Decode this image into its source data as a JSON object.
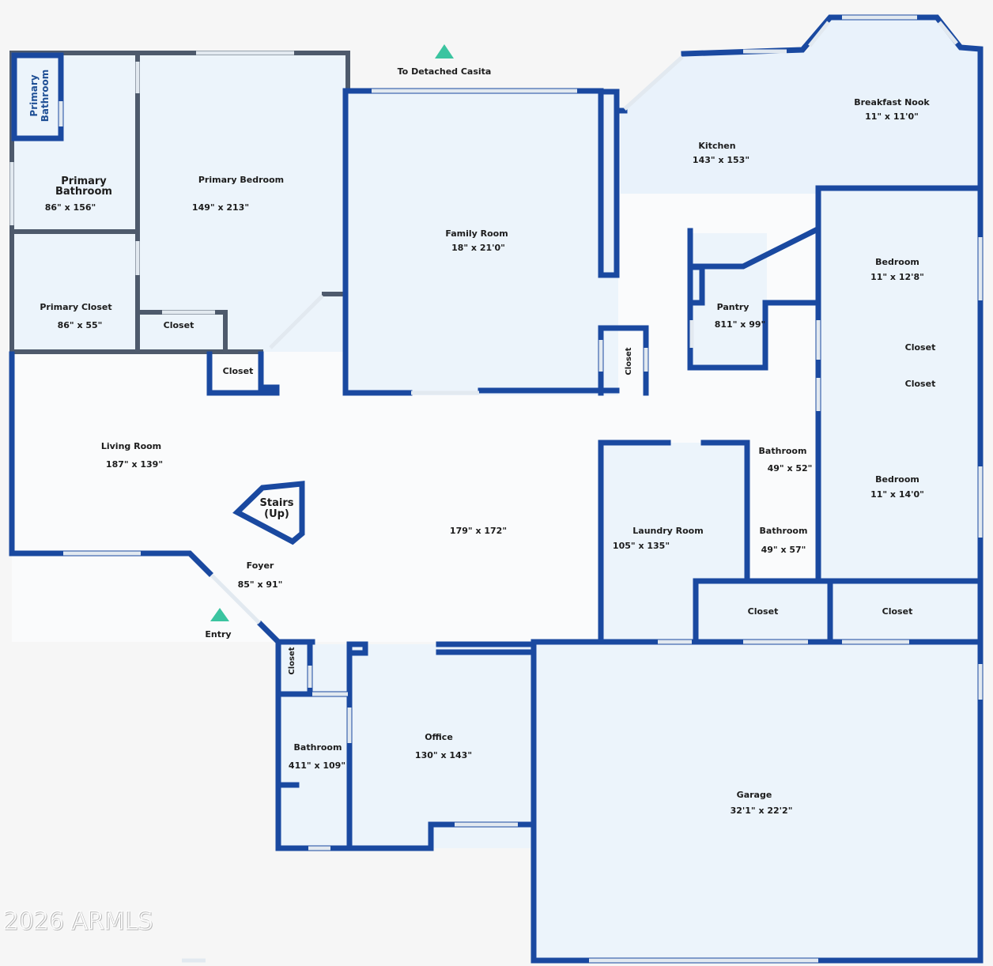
{
  "floorplan": {
    "rooms": {
      "primary_bathroom_small": "Primary\nBathroom",
      "primary_bathroom": {
        "name_line1": "Primary",
        "name_line2": "Bathroom",
        "dims": "86\" x 156\""
      },
      "primary_bedroom": {
        "name": "Primary Bedroom",
        "dims": "149\" x 213\""
      },
      "primary_closet": {
        "name": "Primary Closet",
        "dims": "86\" x 55\""
      },
      "closet_primary": {
        "name": "Closet"
      },
      "closet_hall": {
        "name": "Closet"
      },
      "family_room": {
        "name": "Family Room",
        "dims": "18\" x 21'0\""
      },
      "closet_family": {
        "name": "Closet"
      },
      "kitchen": {
        "name": "Kitchen",
        "dims": "143\" x 153\""
      },
      "breakfast_nook": {
        "name": "Breakfast Nook",
        "dims": "11\" x 11'0\""
      },
      "pantry": {
        "name": "Pantry",
        "dims": "811\" x 99\""
      },
      "bedroom_upper": {
        "name": "Bedroom",
        "dims": "11\" x 12'8\""
      },
      "closet_bed_1": {
        "name": "Closet"
      },
      "closet_bed_2": {
        "name": "Closet"
      },
      "bathroom_upper": {
        "name": "Bathroom",
        "dims": "49\" x 52\""
      },
      "bedroom_lower": {
        "name": "Bedroom",
        "dims": "11\" x 14'0\""
      },
      "bathroom_lower": {
        "name": "Bathroom",
        "dims": "49\" x 57\""
      },
      "living_room": {
        "name": "Living Room",
        "dims": "187\" x 139\""
      },
      "stairs": {
        "line1": "Stairs",
        "line2": "(Up)"
      },
      "center_area": {
        "dims": "179\" x 172\""
      },
      "foyer": {
        "name": "Foyer",
        "dims": "85\" x 91\""
      },
      "laundry_room": {
        "name": "Laundry Room",
        "dims": "105\" x 135\""
      },
      "closet_laundry_1": {
        "name": "Closet"
      },
      "closet_laundry_2": {
        "name": "Closet"
      },
      "closet_entry": {
        "name": "Closet"
      },
      "bathroom_entry": {
        "name": "Bathroom",
        "dims": "411\" x 109\""
      },
      "office": {
        "name": "Office",
        "dims": "130\" x 143\""
      },
      "garage": {
        "name": "Garage",
        "dims": "32'1\" x 22'2\""
      }
    },
    "markers": {
      "casita": "To Detached Casita",
      "entry": "Entry"
    },
    "watermark": "2026 ARMLS",
    "colors": {
      "wall": "#1a49a0",
      "wall_primary_suite": "#4e5a6c",
      "room_fill": "#ecf4fb",
      "marker": "#3bc4a0"
    }
  }
}
